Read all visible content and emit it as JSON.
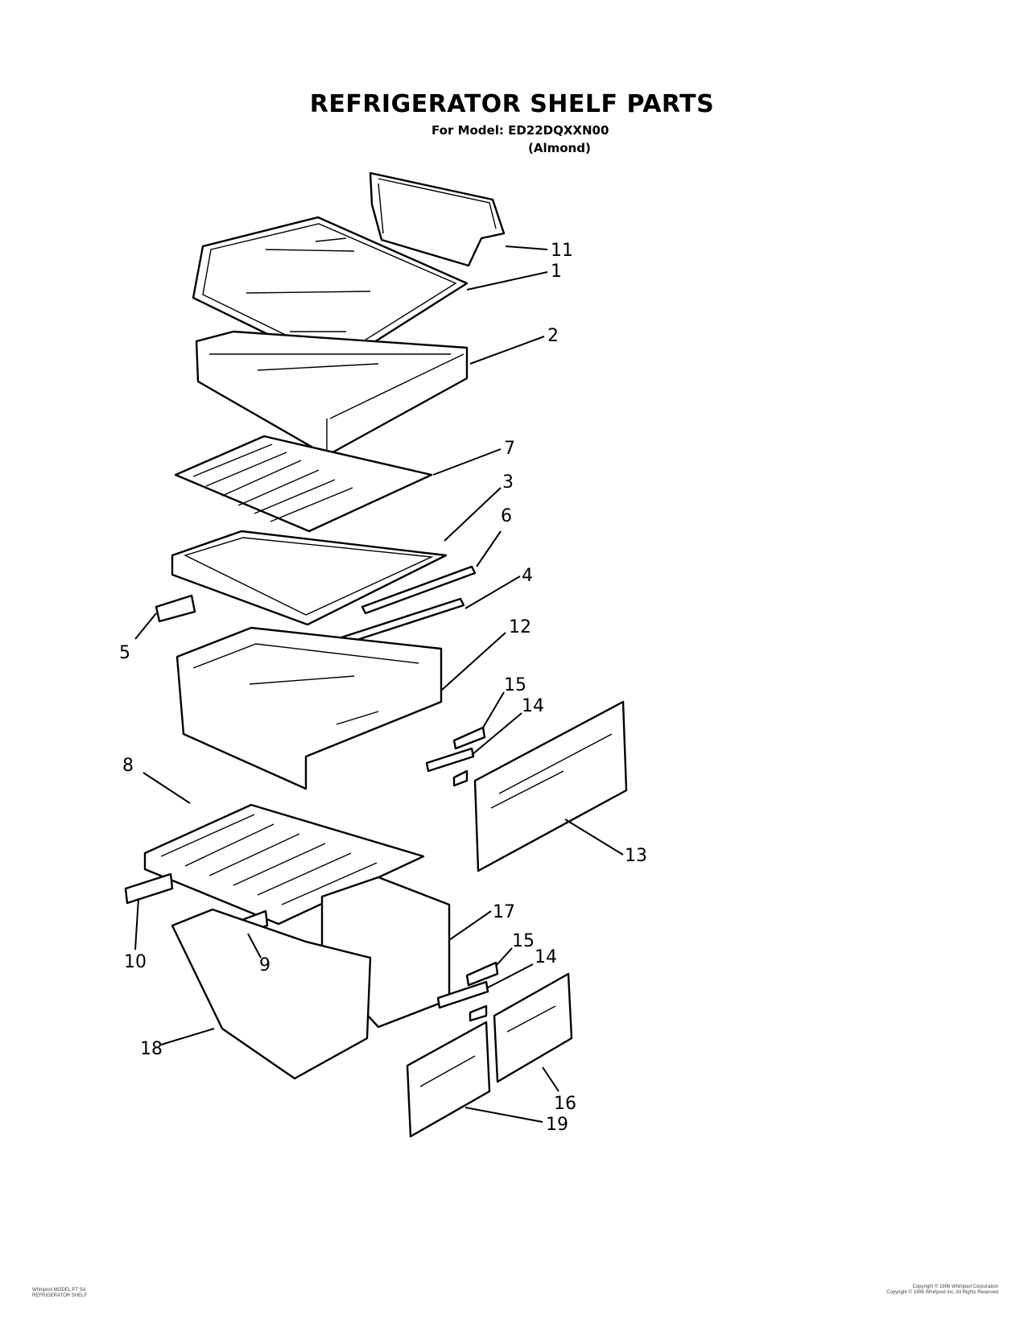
{
  "header": {
    "title": "REFRIGERATOR SHELF PARTS",
    "model_line": "For Model: ED22DQXXN00",
    "color_line": "(Almond)"
  },
  "callouts": [
    "11",
    "1",
    "2",
    "7",
    "3",
    "6",
    "4",
    "5",
    "12",
    "15",
    "14",
    "13",
    "8",
    "10",
    "9",
    "17",
    "15",
    "14",
    "18",
    "16",
    "19"
  ],
  "footer": {
    "left_line1": "Whirlpool MODEL PT SA",
    "left_line2": "REFRIGERATOR SHELF",
    "right_line1": "Copyright © 1996 Whirlpool Corporation",
    "right_line2": "Copyright © 1996 Whirlpool Inc. All Rights Reserved"
  }
}
